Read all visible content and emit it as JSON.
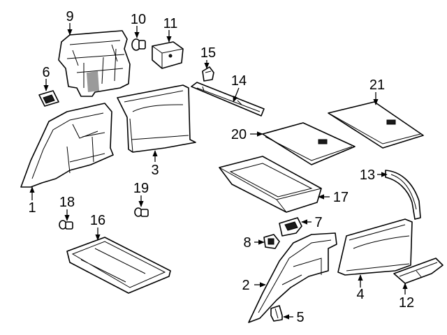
{
  "callouts": [
    {
      "id": "c1",
      "label": "1"
    },
    {
      "id": "c2",
      "label": "2"
    },
    {
      "id": "c3",
      "label": "3"
    },
    {
      "id": "c4",
      "label": "4"
    },
    {
      "id": "c5",
      "label": "5"
    },
    {
      "id": "c6",
      "label": "6"
    },
    {
      "id": "c7",
      "label": "7"
    },
    {
      "id": "c8",
      "label": "8"
    },
    {
      "id": "c9",
      "label": "9"
    },
    {
      "id": "c10",
      "label": "10"
    },
    {
      "id": "c11",
      "label": "11"
    },
    {
      "id": "c12",
      "label": "12"
    },
    {
      "id": "c13",
      "label": "13"
    },
    {
      "id": "c14",
      "label": "14"
    },
    {
      "id": "c15",
      "label": "15"
    },
    {
      "id": "c16",
      "label": "16"
    },
    {
      "id": "c17",
      "label": "17"
    },
    {
      "id": "c18",
      "label": "18"
    },
    {
      "id": "c19",
      "label": "19"
    },
    {
      "id": "c20",
      "label": "20"
    },
    {
      "id": "c21",
      "label": "21"
    }
  ]
}
